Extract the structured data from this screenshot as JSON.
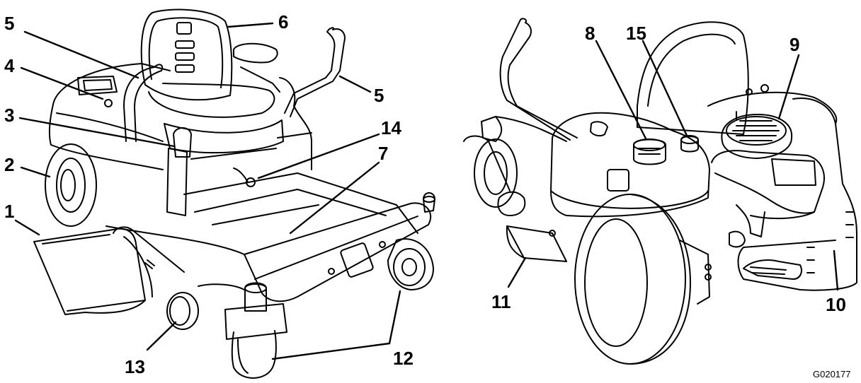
{
  "figure_id": "G020177",
  "callouts": {
    "c1": "1",
    "c2": "2",
    "c3": "3",
    "c4": "4",
    "c5a": "5",
    "c5b": "5",
    "c6": "6",
    "c7": "7",
    "c8": "8",
    "c9": "9",
    "c10": "10",
    "c11": "11",
    "c12": "12",
    "c13": "13",
    "c14": "14",
    "c15": "15"
  }
}
